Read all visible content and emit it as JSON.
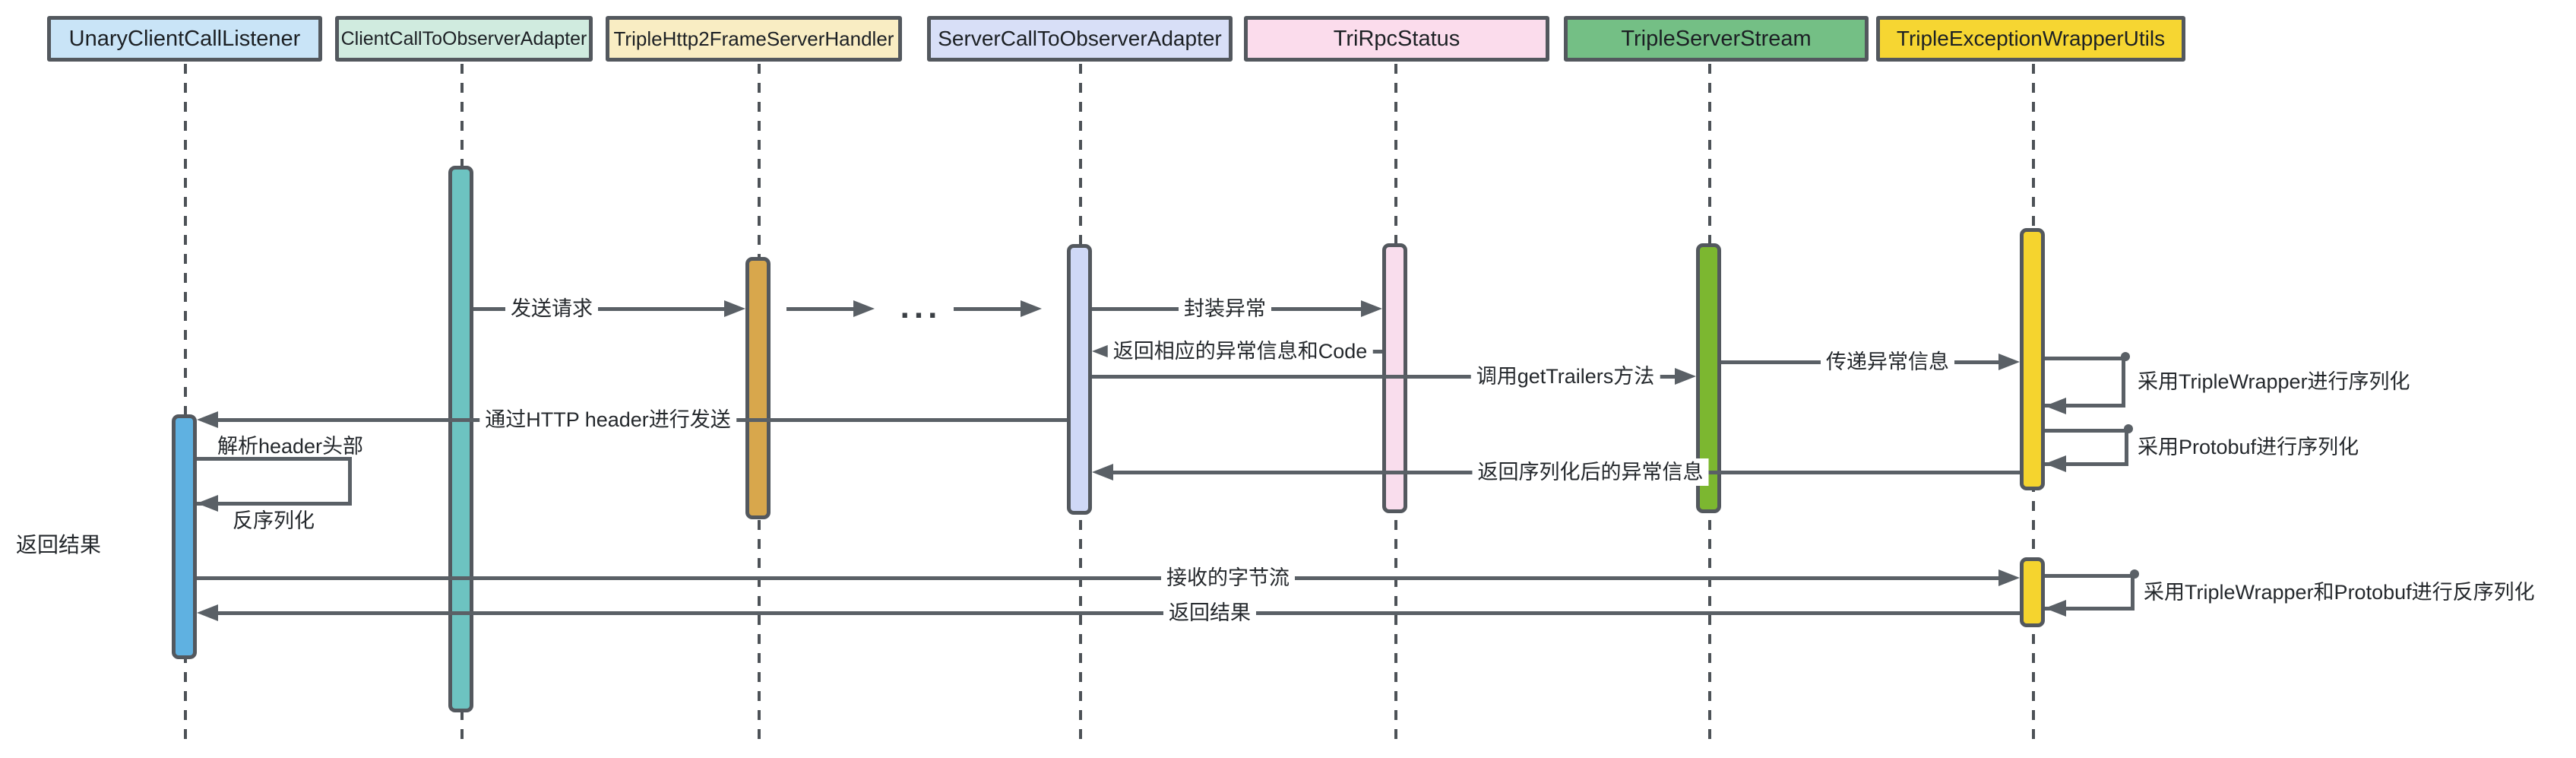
{
  "diagram": {
    "type": "sequence-diagram",
    "participants": [
      {
        "name": "UnaryClientCallListener",
        "fill": "#c9e4f7",
        "bar_fill": "#5fb1e1"
      },
      {
        "name": "ClientCallToObserverAdapter",
        "fill": "#d0ebdf",
        "bar_fill": "#6dc3c1"
      },
      {
        "name": "TripleHttp2FrameServerHandler",
        "fill": "#f9edc3",
        "bar_fill": "#d8a74c"
      },
      {
        "name": "ServerCallToObserverAdapter",
        "fill": "#d8dff7",
        "bar_fill": "#cfd8f6"
      },
      {
        "name": "TriRpcStatus",
        "fill": "#fbdcec",
        "bar_fill": "#f9dded"
      },
      {
        "name": "TripleServerStream",
        "fill": "#74bf85",
        "bar_fill": "#7cb730"
      },
      {
        "name": "TripleExceptionWrapperUtils",
        "fill": "#f6d632",
        "bar_fill": "#f5d42e"
      }
    ],
    "flows": [
      {
        "kind": "arrow",
        "from": "ClientCallToObserverAdapter",
        "to": "TripleHttp2FrameServerHandler",
        "label": "发送请求"
      },
      {
        "kind": "arrow",
        "from": "TripleHttp2FrameServerHandler",
        "to": "…",
        "label": ""
      },
      {
        "kind": "ellipsis",
        "label": "..."
      },
      {
        "kind": "arrow",
        "from": "…",
        "to": "ServerCallToObserverAdapter",
        "label": ""
      },
      {
        "kind": "arrow",
        "from": "ServerCallToObserverAdapter",
        "to": "TriRpcStatus",
        "label": "封装异常"
      },
      {
        "kind": "arrow",
        "from": "TriRpcStatus",
        "to": "ServerCallToObserverAdapter",
        "label": "返回相应的异常信息和Code"
      },
      {
        "kind": "arrow",
        "from": "ServerCallToObserverAdapter",
        "to": "TripleServerStream",
        "label": "调用getTrailers方法"
      },
      {
        "kind": "arrow",
        "from": "TripleServerStream",
        "to": "TripleExceptionWrapperUtils",
        "label": "传递异常信息"
      },
      {
        "kind": "self",
        "on": "TripleExceptionWrapperUtils",
        "label": "采用TripleWrapper进行序列化"
      },
      {
        "kind": "arrow",
        "from": "ServerCallToObserverAdapter",
        "to": "UnaryClientCallListener",
        "label": "通过HTTP header进行发送"
      },
      {
        "kind": "self",
        "on": "UnaryClientCallListener",
        "label": "解析header头部"
      },
      {
        "kind": "self-return-label",
        "on": "UnaryClientCallListener",
        "label": "反序列化"
      },
      {
        "kind": "self",
        "on": "TripleExceptionWrapperUtils",
        "label": "采用Protobuf进行序列化"
      },
      {
        "kind": "arrow",
        "from": "TripleExceptionWrapperUtils",
        "to": "ServerCallToObserverAdapter",
        "label": "返回序列化后的异常信息"
      },
      {
        "kind": "label",
        "near": "UnaryClientCallListener",
        "label": "返回结果"
      },
      {
        "kind": "arrow",
        "from": "UnaryClientCallListener",
        "to": "TripleExceptionWrapperUtils",
        "label": "接收的字节流"
      },
      {
        "kind": "arrow",
        "from": "TripleExceptionWrapperUtils",
        "to": "UnaryClientCallListener",
        "label": "返回结果"
      },
      {
        "kind": "self",
        "on": "TripleExceptionWrapperUtils",
        "label": "采用TripleWrapper和Protobuf进行反序列化"
      }
    ],
    "colors": {
      "line": "#5a6066",
      "box_border": "#53585e",
      "text": "#24282c",
      "background": "#ffffff"
    }
  }
}
